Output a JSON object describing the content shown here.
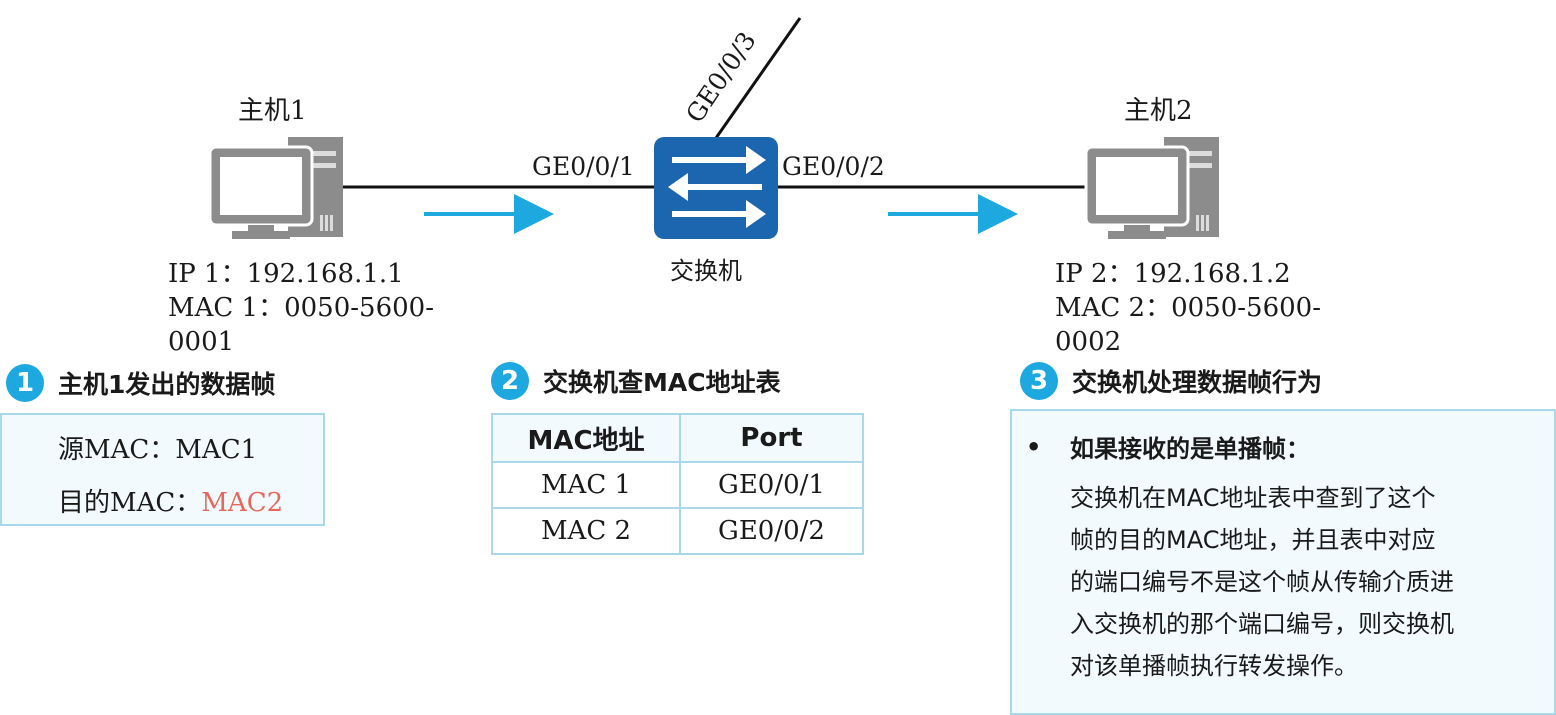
{
  "network": {
    "host1": {
      "name": "主机1",
      "ip_line": "IP 1：192.168.1.1",
      "mac_line1": "MAC 1：0050-5600-",
      "mac_line2": "0001"
    },
    "host2": {
      "name": "主机2",
      "ip_line": "IP 2：192.168.1.2",
      "mac_line1": "MAC 2：0050-5600-",
      "mac_line2": "0002"
    },
    "switch": {
      "name": "交换机",
      "port1": "GE0/0/1",
      "port2": "GE0/0/2",
      "port3": "GE0/0/3"
    },
    "colors": {
      "switch_blue": "#1b66ae",
      "arrow_blue": "#1ea8e0",
      "pc_gray": "#8c8c8c",
      "highlight_red": "#e8675b"
    }
  },
  "steps": [
    {
      "num": "1",
      "title": "主机1发出的数据帧"
    },
    {
      "num": "2",
      "title": "交换机查MAC地址表"
    },
    {
      "num": "3",
      "title": "交换机处理数据帧行为"
    }
  ],
  "frame": {
    "src_label": "源MAC：",
    "src_value": "MAC1",
    "dst_label": "目的MAC：",
    "dst_value": "MAC2"
  },
  "mac_table": {
    "headers": [
      "MAC地址",
      "Port"
    ],
    "rows": [
      [
        "MAC 1",
        "GE0/0/1"
      ],
      [
        "MAC 2",
        "GE0/0/2"
      ]
    ]
  },
  "behavior": {
    "bullet": "•",
    "title": "如果接收的是单播帧：",
    "body": "交换机在MAC地址表中查到了这个\n帧的目的MAC地址，并且表中对应\n的端口编号不是这个帧从传输介质进\n入交换机的那个端口编号，则交换机\n对该单播帧执行转发操作。"
  }
}
